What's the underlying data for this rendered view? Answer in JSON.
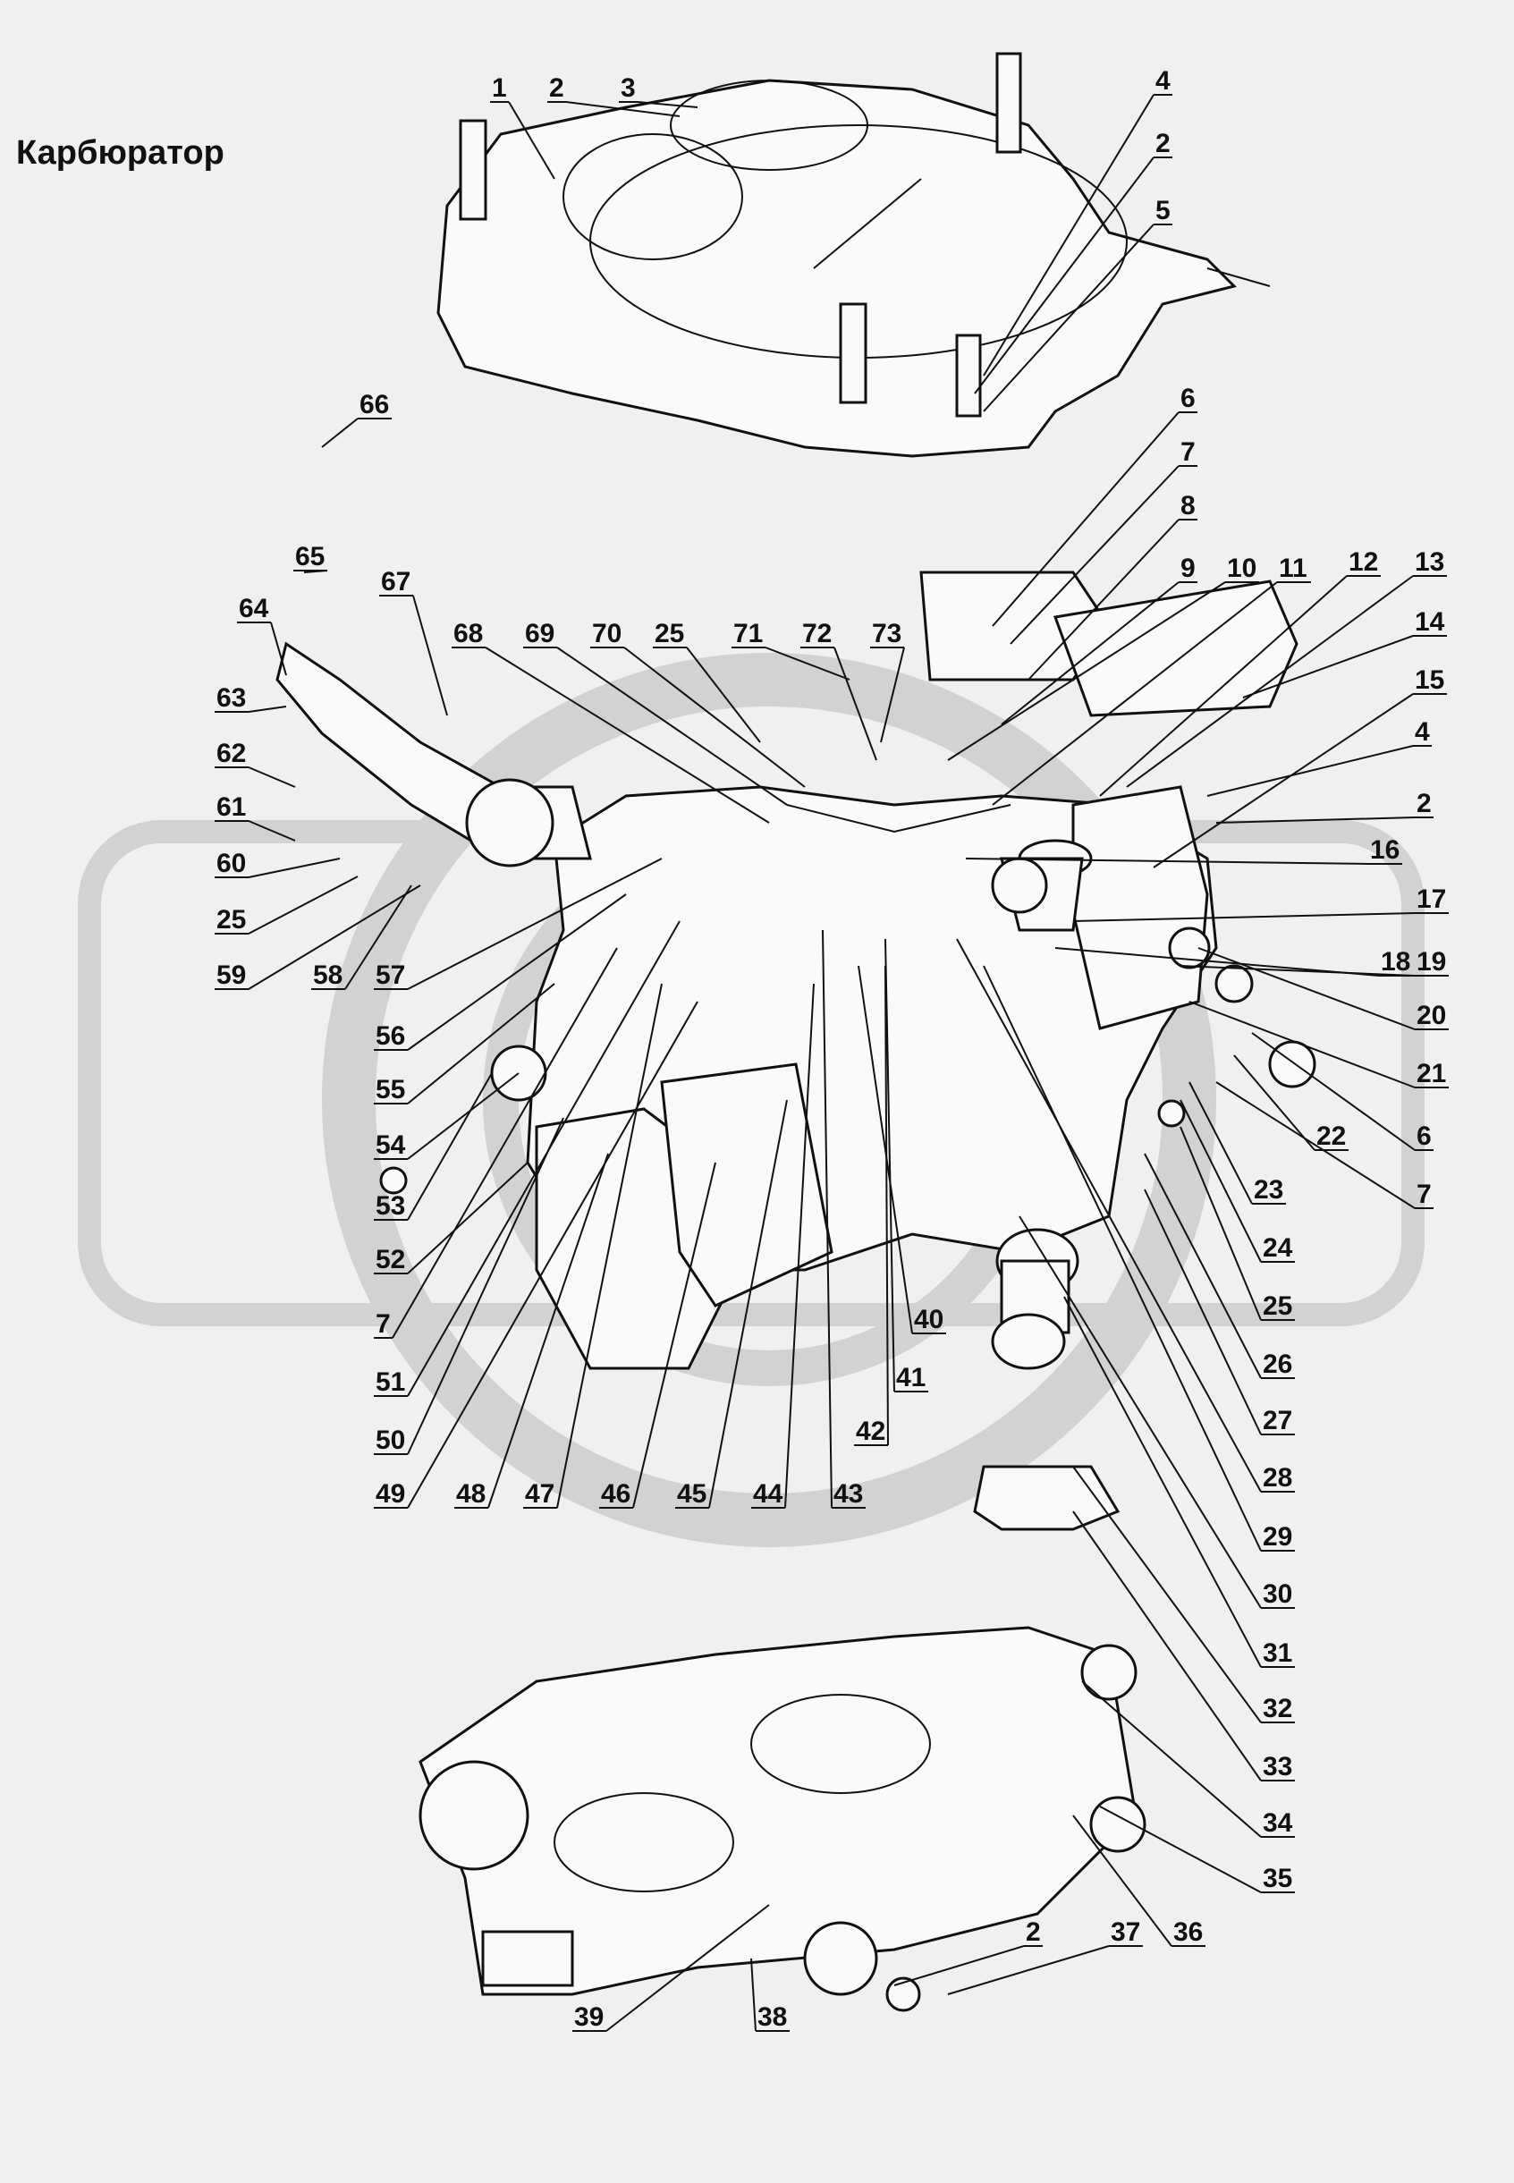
{
  "title": "Карбюратор",
  "colors": {
    "background": "#f0f0f0",
    "ink": "#111111",
    "watermark": "#d2d2d2"
  },
  "labels": [
    "1",
    "2",
    "3",
    "4",
    "2",
    "5",
    "6",
    "7",
    "8",
    "9",
    "10",
    "11",
    "12",
    "13",
    "14",
    "15",
    "4",
    "2",
    "16",
    "17",
    "18",
    "19",
    "20",
    "21",
    "6",
    "22",
    "7",
    "23",
    "24",
    "25",
    "26",
    "27",
    "28",
    "29",
    "30",
    "31",
    "32",
    "33",
    "34",
    "35",
    "36",
    "37",
    "2",
    "38",
    "39",
    "40",
    "41",
    "42",
    "43",
    "44",
    "45",
    "46",
    "47",
    "48",
    "49",
    "50",
    "51",
    "7",
    "52",
    "53",
    "54",
    "55",
    "56",
    "57",
    "58",
    "59",
    "25",
    "60",
    "61",
    "62",
    "63",
    "64",
    "65",
    "66",
    "67",
    "68",
    "69",
    "70",
    "25",
    "71",
    "72",
    "73"
  ]
}
